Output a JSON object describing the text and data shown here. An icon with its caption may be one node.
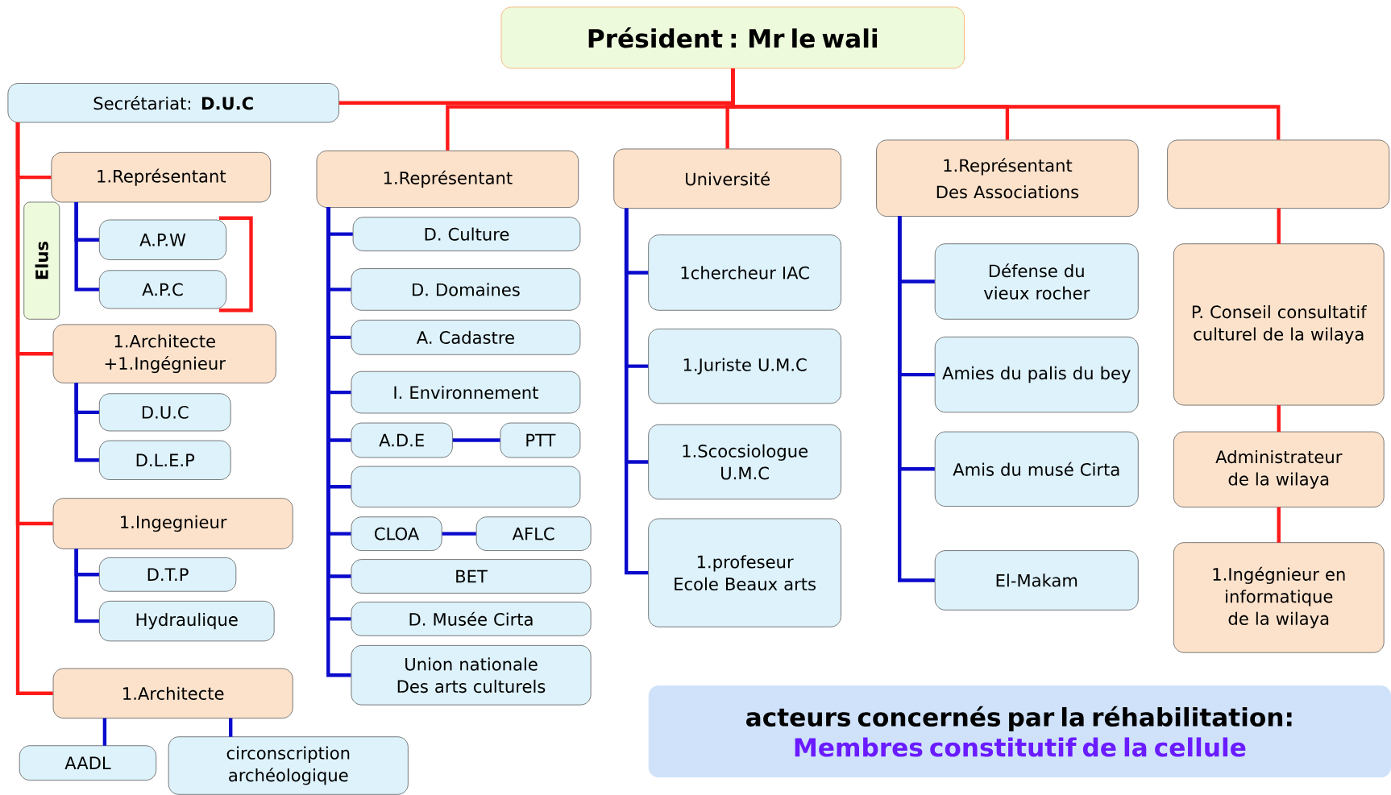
{
  "diagram": {
    "nodes": [
      {
        "text": [
          "Président : Mr le wali"
        ]
      },
      {
        "text": [
          "Secrétariat: **D.U.C**"
        ]
      },
      {
        "text": [
          "Elus"
        ]
      },
      {
        "text": [
          "1.Représentant"
        ]
      },
      {
        "text": [
          "A.P.W"
        ]
      },
      {
        "text": [
          "A.P.C"
        ]
      },
      {
        "text": [
          "1.Architecte +1.Ingégnieur"
        ]
      },
      {
        "text": [
          "D.U.C"
        ]
      },
      {
        "text": [
          "D.L.E.P"
        ]
      },
      {
        "text": [
          "1.Ingegnieur"
        ]
      },
      {
        "text": [
          "D.T.P"
        ]
      },
      {
        "text": [
          "Hydraulique"
        ]
      },
      {
        "text": [
          "1.Architecte"
        ]
      },
      {
        "text": [
          "AADL"
        ]
      },
      {
        "text": [
          "circonscription archéologique"
        ]
      },
      {
        "text": [
          "1.Représentant"
        ]
      },
      {
        "text": [
          "D. Culture"
        ]
      },
      {
        "text": [
          "D. Domaines"
        ]
      },
      {
        "text": [
          "A. Cadastre"
        ]
      },
      {
        "text": [
          "I. Environnement"
        ]
      },
      {
        "text": [
          "A.D.E"
        ]
      },
      {
        "text": [
          "PTT"
        ]
      },
      {
        "text": [],
        "shape": "box"
      },
      {
        "text": [
          "CLOA"
        ]
      },
      {
        "text": [
          "AFLC"
        ]
      },
      {
        "text": [
          "BET"
        ]
      },
      {
        "text": [
          "D. Musée Cirta"
        ]
      },
      {
        "text": [
          "Union nationale Des arts culturels"
        ]
      },
      {
        "text": [
          "Université"
        ]
      },
      {
        "text": [
          "1chercheur IAC"
        ]
      },
      {
        "text": [
          "1.Juriste U.M.C"
        ]
      },
      {
        "text": [
          "1.Scocsiologue U.M.C"
        ]
      },
      {
        "text": [
          "1.profeseur Ecole Beaux arts"
        ]
      },
      {
        "text": [
          "1.Représentant",
          "Des Associations"
        ]
      },
      {
        "text": [
          "Défense du vieux rocher"
        ]
      },
      {
        "text": [
          "Amies du palis du bey"
        ]
      },
      {
        "text": [
          "Amis du musé Cirta"
        ]
      },
      {
        "text": [
          "El-Makam"
        ]
      },
      {
        "text": [],
        "shape": "box"
      },
      {
        "text": [
          "P. Conseil consultatif culturel de la wilaya"
        ]
      },
      {
        "text": [
          "Administrateur de la wilaya"
        ]
      },
      {
        "text": [
          "1.Ingégnieur en informatique de la wilaya"
        ]
      },
      {
        "text": [
          "acteurs concernés par la réhabilitation:",
          "Membres constitutif de la cellule"
        ]
      }
    ],
    "edges": [
      {
        "from": 0,
        "to": 1,
        "arrow": "none",
        "color": "#ff1a1a"
      },
      {
        "from": 0,
        "to": 15,
        "arrow": "none",
        "color": "#ff1a1a"
      },
      {
        "from": 0,
        "to": 28,
        "arrow": "none",
        "color": "#ff1a1a"
      },
      {
        "from": 0,
        "to": 33,
        "arrow": "none",
        "color": "#ff1a1a"
      },
      {
        "from": 0,
        "to": 38,
        "arrow": "none",
        "color": "#ff1a1a"
      },
      {
        "from": 1,
        "to": 3,
        "arrow": "none",
        "color": "#ff1a1a"
      },
      {
        "from": 1,
        "to": 6,
        "arrow": "none",
        "color": "#ff1a1a"
      },
      {
        "from": 1,
        "to": 9,
        "arrow": "none",
        "color": "#ff1a1a"
      },
      {
        "from": 1,
        "to": 12,
        "arrow": "none",
        "color": "#ff1a1a"
      },
      {
        "from": 3,
        "to": 4,
        "arrow": "none"
      },
      {
        "from": 3,
        "to": 5,
        "arrow": "none"
      },
      {
        "from": 6,
        "to": 7,
        "arrow": "none"
      },
      {
        "from": 6,
        "to": 8,
        "arrow": "none"
      },
      {
        "from": 9,
        "to": 10,
        "arrow": "none"
      },
      {
        "from": 9,
        "to": 11,
        "arrow": "none"
      },
      {
        "from": 12,
        "to": 13,
        "arrow": "none"
      },
      {
        "from": 12,
        "to": 14,
        "arrow": "none"
      },
      {
        "from": 15,
        "to": 16,
        "arrow": "none"
      },
      {
        "from": 15,
        "to": 17,
        "arrow": "none"
      },
      {
        "from": 15,
        "to": 18,
        "arrow": "none"
      },
      {
        "from": 15,
        "to": 19,
        "arrow": "none"
      },
      {
        "from": 15,
        "to": 20,
        "arrow": "none"
      },
      {
        "from": 20,
        "to": 21,
        "arrow": "none"
      },
      {
        "from": 15,
        "to": 22,
        "arrow": "none"
      },
      {
        "from": 15,
        "to": 23,
        "arrow": "none"
      },
      {
        "from": 23,
        "to": 24,
        "arrow": "none"
      },
      {
        "from": 15,
        "to": 25,
        "arrow": "none"
      },
      {
        "from": 15,
        "to": 26,
        "arrow": "none"
      },
      {
        "from": 15,
        "to": 27,
        "arrow": "none"
      },
      {
        "from": 28,
        "to": 29,
        "arrow": "none"
      },
      {
        "from": 28,
        "to": 30,
        "arrow": "none"
      },
      {
        "from": 28,
        "to": 31,
        "arrow": "none"
      },
      {
        "from": 28,
        "to": 32,
        "arrow": "none"
      },
      {
        "from": 33,
        "to": 34,
        "arrow": "none"
      },
      {
        "from": 33,
        "to": 35,
        "arrow": "none"
      },
      {
        "from": 33,
        "to": 36,
        "arrow": "none"
      },
      {
        "from": 33,
        "to": 37,
        "arrow": "none"
      },
      {
        "from": 38,
        "to": 39,
        "arrow": "none",
        "color": "#ff1a1a"
      },
      {
        "from": 39,
        "to": 40,
        "arrow": "none",
        "color": "#ff1a1a"
      },
      {
        "from": 40,
        "to": 41,
        "arrow": "none",
        "color": "#ff1a1a"
      }
    ]
  }
}
